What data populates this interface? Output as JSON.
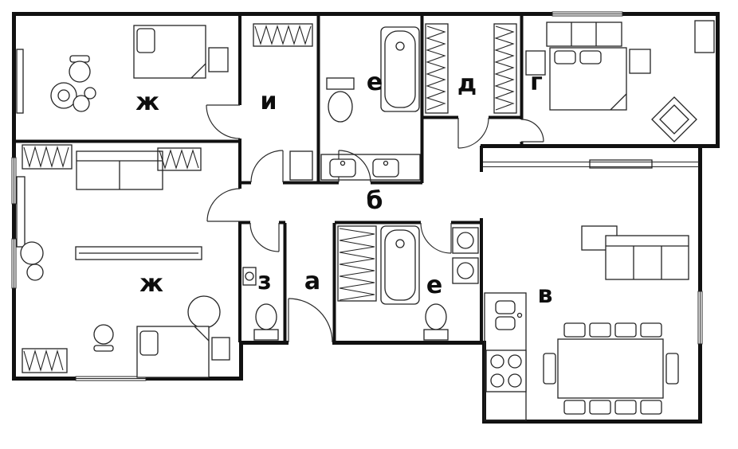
{
  "plan": {
    "title": "apartment-floor-plan",
    "rooms": [
      {
        "id": "bedroom-top-left",
        "label": "ж"
      },
      {
        "id": "dressing-room",
        "label": "и"
      },
      {
        "id": "bathroom-top",
        "label": "е"
      },
      {
        "id": "wardrobe-room",
        "label": "д"
      },
      {
        "id": "bedroom-top-right",
        "label": "г"
      },
      {
        "id": "hallway",
        "label": "б"
      },
      {
        "id": "wc",
        "label": "з"
      },
      {
        "id": "entry-hall",
        "label": "а"
      },
      {
        "id": "bathroom-bottom",
        "label": "е"
      },
      {
        "id": "living-kitchen",
        "label": "в"
      },
      {
        "id": "bedroom-bottom-left",
        "label": "ж"
      }
    ],
    "colors": {
      "wall": "#111111",
      "furniture": "#242424",
      "background": "#ffffff"
    },
    "symbols": [
      "double-bed-icon",
      "sofa-icon",
      "bathtub-icon",
      "toilet-icon",
      "sink-icon",
      "wardrobe-rail-icon",
      "dining-table-icon",
      "chair-icon",
      "stove-icon",
      "washer-icon",
      "plant-icon",
      "radiator-icon",
      "door-swing-icon",
      "window-icon"
    ]
  }
}
